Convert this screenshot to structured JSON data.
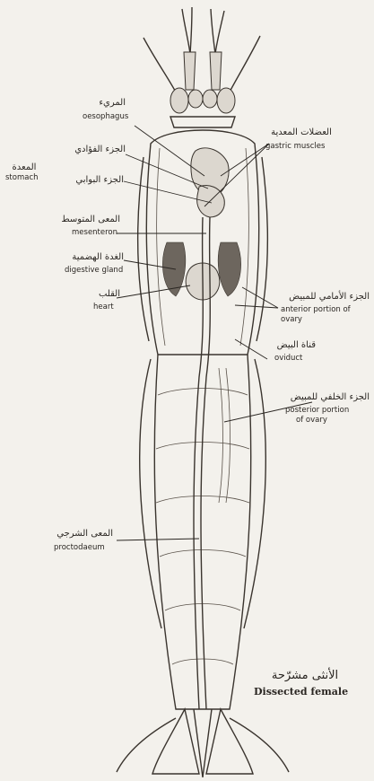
{
  "labels": {
    "oesophagus_ar": "المريء",
    "oesophagus_en": "oesophagus",
    "cardiac_ar": "الجزء الفؤادي",
    "pyloric_ar": "الجزء البوابي",
    "stomach_ar": "المعدة",
    "stomach_en": "stomach",
    "gastric_ar": "العضلات المعدية",
    "gastric_en": "gastric muscles",
    "mesenteron_ar": "المعى المتوسط",
    "mesenteron_en": "mesenteron",
    "digestive_ar": "الغدة الهضمية",
    "digestive_en": "digestive gland",
    "heart_ar": "القلب",
    "heart_en": "heart",
    "anterior_ar": "الجزء الأمامي للمبيض",
    "anterior_en1": "anterior portion of",
    "anterior_en2": "ovary",
    "oviduct_ar": "قناة البيض",
    "oviduct_en": "oviduct",
    "posterior_ar": "الجزء الخلفي للمبيض",
    "posterior_en1": "posterior portion",
    "posterior_en2": "of ovary",
    "proctodaeum_ar": "المعى الشرجي",
    "proctodaeum_en": "proctodaeum"
  },
  "caption": {
    "ar": "الأنثى مشرّحة",
    "en": "Dissected female"
  }
}
